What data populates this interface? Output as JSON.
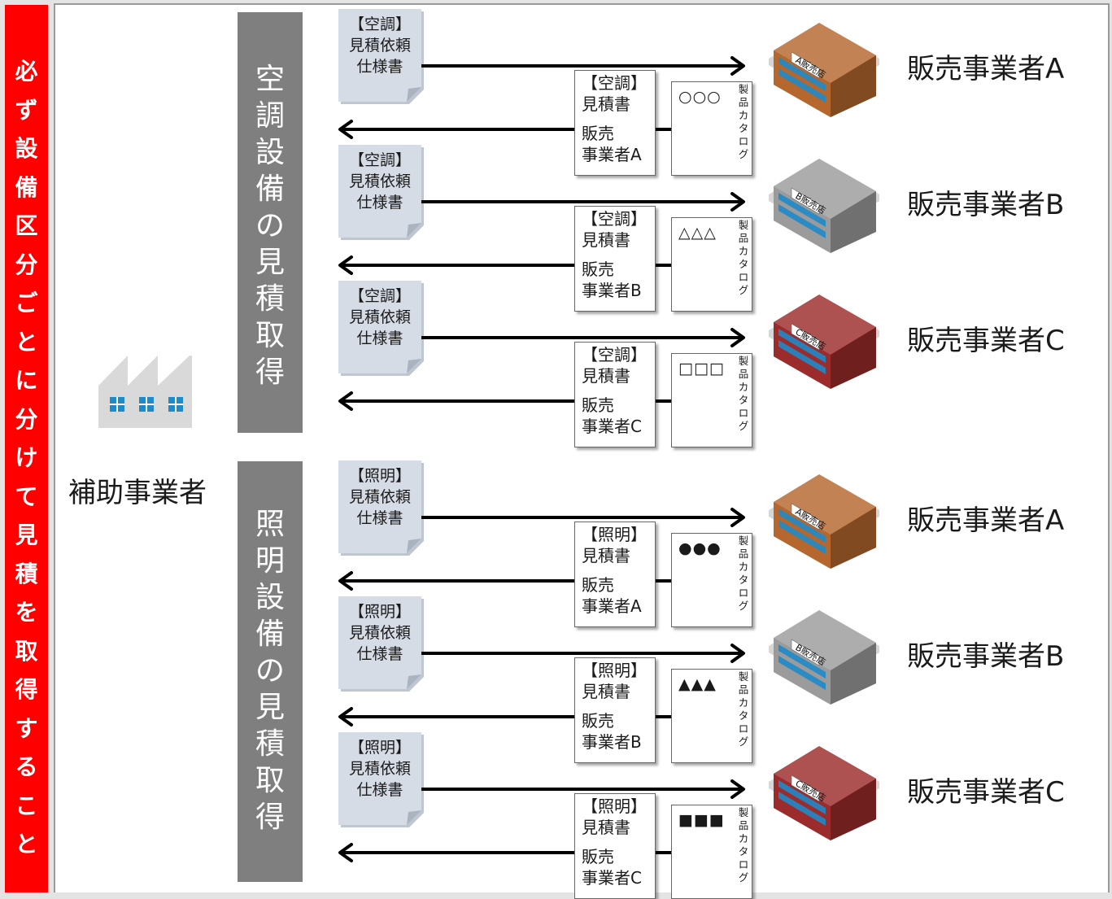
{
  "banner": {
    "text": "必ず設備区分ごとに分けて見積を取得すること"
  },
  "subsidy_operator": "補助事業者",
  "colors": {
    "banner": "#ff0000",
    "category_bar": "#7f7f7f",
    "doc": "#d6dce6",
    "shop_a": "#b5672e",
    "shop_b": "#9b9b9b",
    "shop_c": "#9c2b2b",
    "factory": "#d9d9d9",
    "window": "#1f8ac9"
  },
  "categories": [
    {
      "title": "空調設備の見積取得",
      "rows": [
        {
          "request": [
            "【空調】",
            "見積依頼",
            "仕様書"
          ],
          "quote": [
            "【空調】",
            "見積書",
            "販売",
            "事業者A"
          ],
          "catalog_symbols": "○○○",
          "catalog_label": "製品カタログ",
          "shop_sign": "A販売店",
          "vendor": "販売事業者A",
          "shop_color": "shop_a"
        },
        {
          "request": [
            "【空調】",
            "見積依頼",
            "仕様書"
          ],
          "quote": [
            "【空調】",
            "見積書",
            "販売",
            "事業者B"
          ],
          "catalog_symbols": "△△△",
          "catalog_label": "製品カタログ",
          "shop_sign": "B販売店",
          "vendor": "販売事業者B",
          "shop_color": "shop_b"
        },
        {
          "request": [
            "【空調】",
            "見積依頼",
            "仕様書"
          ],
          "quote": [
            "【空調】",
            "見積書",
            "販売",
            "事業者C"
          ],
          "catalog_symbols": "□□□",
          "catalog_label": "製品カタログ",
          "shop_sign": "C販売店",
          "vendor": "販売事業者C",
          "shop_color": "shop_c"
        }
      ]
    },
    {
      "title": "照明設備の見積取得",
      "rows": [
        {
          "request": [
            "【照明】",
            "見積依頼",
            "仕様書"
          ],
          "quote": [
            "【照明】",
            "見積書",
            "販売",
            "事業者A"
          ],
          "catalog_symbols": "●●●",
          "catalog_label": "製品カタログ",
          "shop_sign": "A販売店",
          "vendor": "販売事業者A",
          "shop_color": "shop_a"
        },
        {
          "request": [
            "【照明】",
            "見積依頼",
            "仕様書"
          ],
          "quote": [
            "【照明】",
            "見積書",
            "販売",
            "事業者B"
          ],
          "catalog_symbols": "▲▲▲",
          "catalog_label": "製品カタログ",
          "shop_sign": "B販売店",
          "vendor": "販売事業者B",
          "shop_color": "shop_b"
        },
        {
          "request": [
            "【照明】",
            "見積依頼",
            "仕様書"
          ],
          "quote": [
            "【照明】",
            "見積書",
            "販売",
            "事業者C"
          ],
          "catalog_symbols": "■■■",
          "catalog_label": "製品カタログ",
          "shop_sign": "C販売店",
          "vendor": "販売事業者C",
          "shop_color": "shop_c"
        }
      ]
    }
  ]
}
